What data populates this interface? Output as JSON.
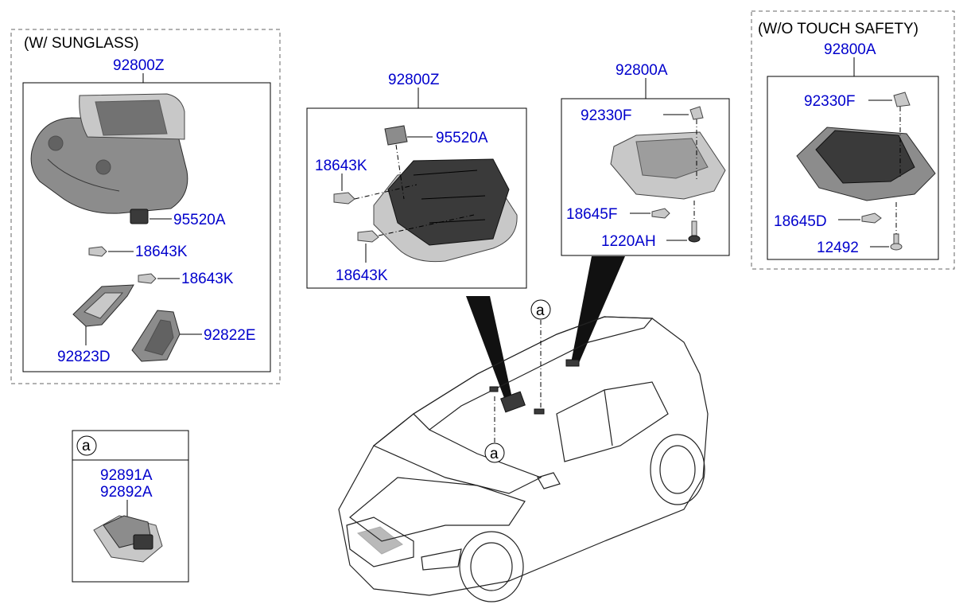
{
  "groups": {
    "sunglass": {
      "title": "(W/ SUNGLASS)",
      "assembly": "92800Z",
      "parts": [
        "95520A",
        "18643K",
        "18643K",
        "92822E",
        "92823D"
      ]
    },
    "center": {
      "assembly": "92800Z",
      "parts": [
        "95520A",
        "18643K",
        "18643K"
      ]
    },
    "center_right": {
      "assembly": "92800A",
      "parts": [
        "92330F",
        "18645F",
        "1220AH"
      ]
    },
    "touch_safety": {
      "title": "(W/O TOUCH SAFETY)",
      "assembly": "92800A",
      "parts": [
        "92330F",
        "18645D",
        "12492"
      ]
    },
    "detail_a": {
      "marker": "a",
      "parts": [
        "92891A",
        "92892A"
      ]
    }
  },
  "car_markers": [
    "a",
    "a"
  ],
  "colors": {
    "part_number": "#0000cc",
    "text": "#000000"
  }
}
